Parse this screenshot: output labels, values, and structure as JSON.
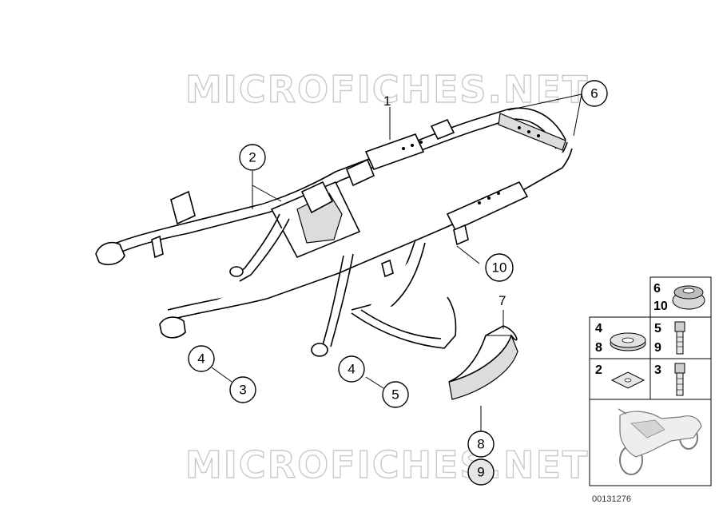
{
  "watermark": {
    "top_text": "MICROFICHES.NET",
    "bottom_text": "MICROFICHES.NET"
  },
  "callouts": {
    "c1": "1",
    "c2": "2",
    "c3": "3",
    "c4a": "4",
    "c4b": "4",
    "c5": "5",
    "c6": "6",
    "c7": "7",
    "c8": "8",
    "c9": "9",
    "c10": "10"
  },
  "legend": {
    "row1": {
      "top": "6",
      "bottom": "10"
    },
    "row2_left": {
      "top": "4",
      "bottom": "8"
    },
    "row2_right": {
      "top": "5",
      "bottom": "9"
    },
    "row3_left": {
      "top": "2"
    },
    "row3_right": {
      "top": "3"
    }
  },
  "document_number": "00131276"
}
